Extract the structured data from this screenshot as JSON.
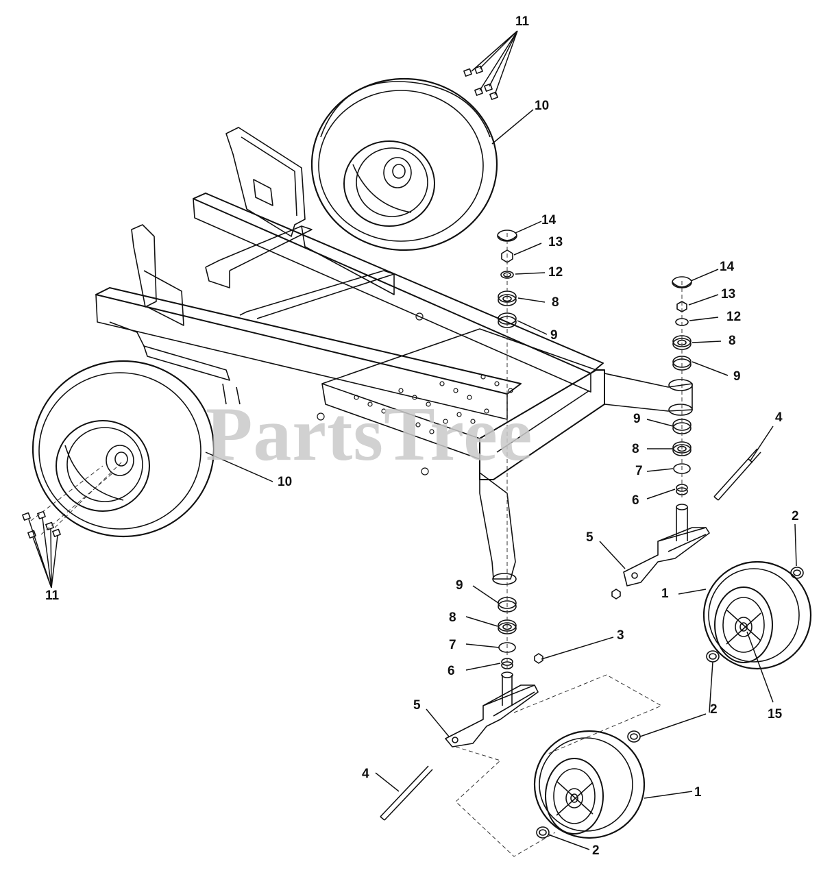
{
  "watermark": "PartsTree",
  "callouts": [
    {
      "id": "c11a",
      "label": "11"
    },
    {
      "id": "c10a",
      "label": "10"
    },
    {
      "id": "c14a",
      "label": "14"
    },
    {
      "id": "c13a",
      "label": "13"
    },
    {
      "id": "c12a",
      "label": "12"
    },
    {
      "id": "c8a",
      "label": "8"
    },
    {
      "id": "c9a",
      "label": "9"
    },
    {
      "id": "c14b",
      "label": "14"
    },
    {
      "id": "c13b",
      "label": "13"
    },
    {
      "id": "c12b",
      "label": "12"
    },
    {
      "id": "c8b",
      "label": "8"
    },
    {
      "id": "c9b",
      "label": "9"
    },
    {
      "id": "c4a",
      "label": "4"
    },
    {
      "id": "c9c",
      "label": "9"
    },
    {
      "id": "c8c",
      "label": "8"
    },
    {
      "id": "c7a",
      "label": "7"
    },
    {
      "id": "c6a",
      "label": "6"
    },
    {
      "id": "c10b",
      "label": "10"
    },
    {
      "id": "c2a",
      "label": "2"
    },
    {
      "id": "c5a",
      "label": "5"
    },
    {
      "id": "c1a",
      "label": "1"
    },
    {
      "id": "c11b",
      "label": "11"
    },
    {
      "id": "c9d",
      "label": "9"
    },
    {
      "id": "c3a",
      "label": "3"
    },
    {
      "id": "c8d",
      "label": "8"
    },
    {
      "id": "c7b",
      "label": "7"
    },
    {
      "id": "c6b",
      "label": "6"
    },
    {
      "id": "c15a",
      "label": "15"
    },
    {
      "id": "c2b",
      "label": "2"
    },
    {
      "id": "c5b",
      "label": "5"
    },
    {
      "id": "c4b",
      "label": "4"
    },
    {
      "id": "c1b",
      "label": "1"
    },
    {
      "id": "c2c",
      "label": "2"
    }
  ]
}
